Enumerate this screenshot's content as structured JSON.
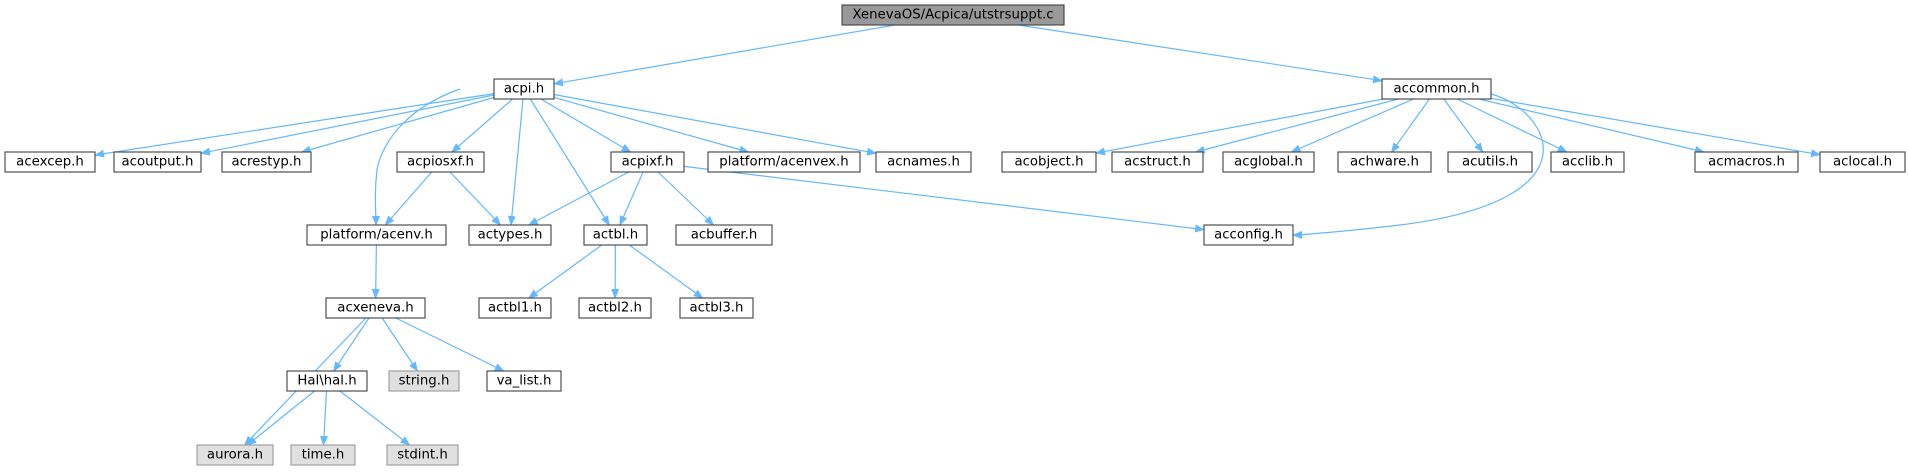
{
  "colors": {
    "edge": "#63b8ff",
    "border": "#404040",
    "root_fill": "#999999",
    "node_fill": "#ffffff",
    "system_fill": "#e0e0e0",
    "system_border": "#999999"
  },
  "nodes": [
    {
      "id": "root",
      "label": "XenevaOS/Acpica/utstrsuppt.c",
      "kind": "root"
    },
    {
      "id": "acpi",
      "label": "acpi.h",
      "kind": "file"
    },
    {
      "id": "accommon",
      "label": "accommon.h",
      "kind": "file"
    },
    {
      "id": "acexcep",
      "label": "acexcep.h",
      "kind": "file"
    },
    {
      "id": "acoutput",
      "label": "acoutput.h",
      "kind": "file"
    },
    {
      "id": "acrestyp",
      "label": "acrestyp.h",
      "kind": "file"
    },
    {
      "id": "acpiosxf",
      "label": "acpiosxf.h",
      "kind": "file"
    },
    {
      "id": "acpixf",
      "label": "acpixf.h",
      "kind": "file"
    },
    {
      "id": "acenvex",
      "label": "platform/acenvex.h",
      "kind": "file"
    },
    {
      "id": "acnames",
      "label": "acnames.h",
      "kind": "file"
    },
    {
      "id": "acobject",
      "label": "acobject.h",
      "kind": "file"
    },
    {
      "id": "acstruct",
      "label": "acstruct.h",
      "kind": "file"
    },
    {
      "id": "acglobal",
      "label": "acglobal.h",
      "kind": "file"
    },
    {
      "id": "achware",
      "label": "achware.h",
      "kind": "file"
    },
    {
      "id": "acutils",
      "label": "acutils.h",
      "kind": "file"
    },
    {
      "id": "acclib",
      "label": "acclib.h",
      "kind": "file"
    },
    {
      "id": "acmacros",
      "label": "acmacros.h",
      "kind": "file"
    },
    {
      "id": "aclocal",
      "label": "aclocal.h",
      "kind": "file"
    },
    {
      "id": "acenv",
      "label": "platform/acenv.h",
      "kind": "file"
    },
    {
      "id": "actypes",
      "label": "actypes.h",
      "kind": "file"
    },
    {
      "id": "actbl",
      "label": "actbl.h",
      "kind": "file"
    },
    {
      "id": "acbuffer",
      "label": "acbuffer.h",
      "kind": "file"
    },
    {
      "id": "acconfig",
      "label": "acconfig.h",
      "kind": "file"
    },
    {
      "id": "acxeneva",
      "label": "acxeneva.h",
      "kind": "file"
    },
    {
      "id": "actbl1",
      "label": "actbl1.h",
      "kind": "file"
    },
    {
      "id": "actbl2",
      "label": "actbl2.h",
      "kind": "file"
    },
    {
      "id": "actbl3",
      "label": "actbl3.h",
      "kind": "file"
    },
    {
      "id": "halhal",
      "label": "Hal\\hal.h",
      "kind": "file"
    },
    {
      "id": "string",
      "label": "string.h",
      "kind": "system"
    },
    {
      "id": "valist",
      "label": "va_list.h",
      "kind": "file"
    },
    {
      "id": "aurora",
      "label": "aurora.h",
      "kind": "system"
    },
    {
      "id": "time",
      "label": "time.h",
      "kind": "system"
    },
    {
      "id": "stdint",
      "label": "stdint.h",
      "kind": "system"
    }
  ],
  "edges": [
    {
      "from": "root",
      "to": "acpi"
    },
    {
      "from": "root",
      "to": "accommon"
    },
    {
      "from": "acpi",
      "to": "acexcep"
    },
    {
      "from": "acpi",
      "to": "acoutput"
    },
    {
      "from": "acpi",
      "to": "acrestyp"
    },
    {
      "from": "acpi",
      "to": "acpiosxf"
    },
    {
      "from": "acpi",
      "to": "acenv"
    },
    {
      "from": "acpi",
      "to": "actypes"
    },
    {
      "from": "acpi",
      "to": "actbl"
    },
    {
      "from": "acpi",
      "to": "acpixf"
    },
    {
      "from": "acpi",
      "to": "acenvex"
    },
    {
      "from": "acpi",
      "to": "acnames"
    },
    {
      "from": "accommon",
      "to": "acobject"
    },
    {
      "from": "accommon",
      "to": "acstruct"
    },
    {
      "from": "accommon",
      "to": "acglobal"
    },
    {
      "from": "accommon",
      "to": "achware"
    },
    {
      "from": "accommon",
      "to": "acutils"
    },
    {
      "from": "accommon",
      "to": "acclib"
    },
    {
      "from": "accommon",
      "to": "acmacros"
    },
    {
      "from": "accommon",
      "to": "aclocal"
    },
    {
      "from": "accommon",
      "to": "acconfig"
    },
    {
      "from": "acpiosxf",
      "to": "acenv"
    },
    {
      "from": "acpiosxf",
      "to": "actypes"
    },
    {
      "from": "acpixf",
      "to": "actypes"
    },
    {
      "from": "acpixf",
      "to": "actbl"
    },
    {
      "from": "acpixf",
      "to": "acbuffer"
    },
    {
      "from": "acpixf",
      "to": "acconfig"
    },
    {
      "from": "acenv",
      "to": "acxeneva"
    },
    {
      "from": "actbl",
      "to": "actbl1"
    },
    {
      "from": "actbl",
      "to": "actbl2"
    },
    {
      "from": "actbl",
      "to": "actbl3"
    },
    {
      "from": "acxeneva",
      "to": "aurora"
    },
    {
      "from": "acxeneva",
      "to": "halhal"
    },
    {
      "from": "acxeneva",
      "to": "string"
    },
    {
      "from": "acxeneva",
      "to": "valist"
    },
    {
      "from": "halhal",
      "to": "aurora"
    },
    {
      "from": "halhal",
      "to": "time"
    },
    {
      "from": "halhal",
      "to": "stdint"
    }
  ]
}
